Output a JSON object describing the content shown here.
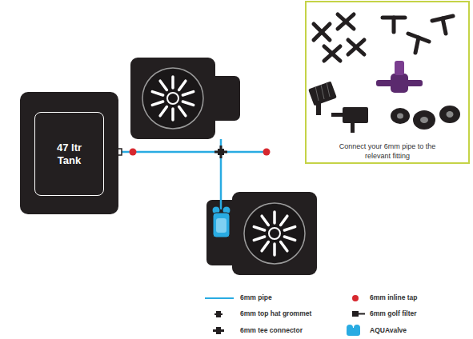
{
  "diagram": {
    "nodes": [
      {
        "text": [
          "47 ltr Tank"
        ]
      },
      {
        "text": [
          "Connect your 6mm pipe to the relevant fitting"
        ]
      }
    ],
    "legend": [
      {
        "text": "6mm pipe"
      },
      {
        "text": "6mm top hat grommet"
      },
      {
        "text": "6mm tee connector"
      },
      {
        "text": "6mm inline tap"
      },
      {
        "text": "6mm golf filter"
      },
      {
        "text": "AQUAvalve"
      }
    ]
  }
}
